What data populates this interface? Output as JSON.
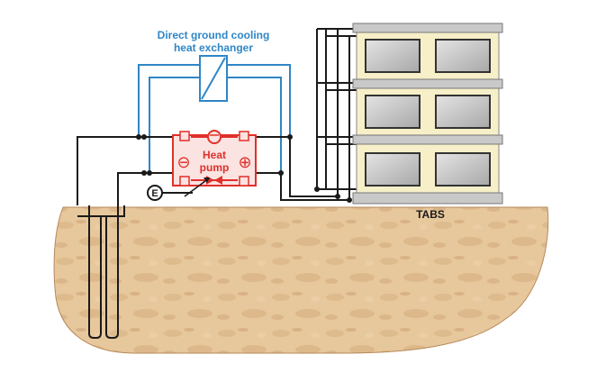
{
  "labels": {
    "exchanger_line1": "Direct ground cooling",
    "exchanger_line2": "heat exchanger",
    "heat_pump_line1": "Heat",
    "heat_pump_line2": "pump",
    "energy_symbol": "E",
    "tabs": "TABS",
    "minus_symbol": "⊖",
    "plus_symbol": "⊕"
  },
  "colors": {
    "ground": "#e7c79c",
    "ground_dark": "#c79868",
    "pipe_black": "#1a1a1a",
    "pipe_blue": "#2f86c6",
    "heat_pump_red": "#e0302a",
    "building_fill": "#f6efc8",
    "window_fill": "#bdbdbd",
    "slab_fill": "#c9c9c9"
  },
  "building": {
    "floors": 3,
    "windows_per_floor": 2
  }
}
